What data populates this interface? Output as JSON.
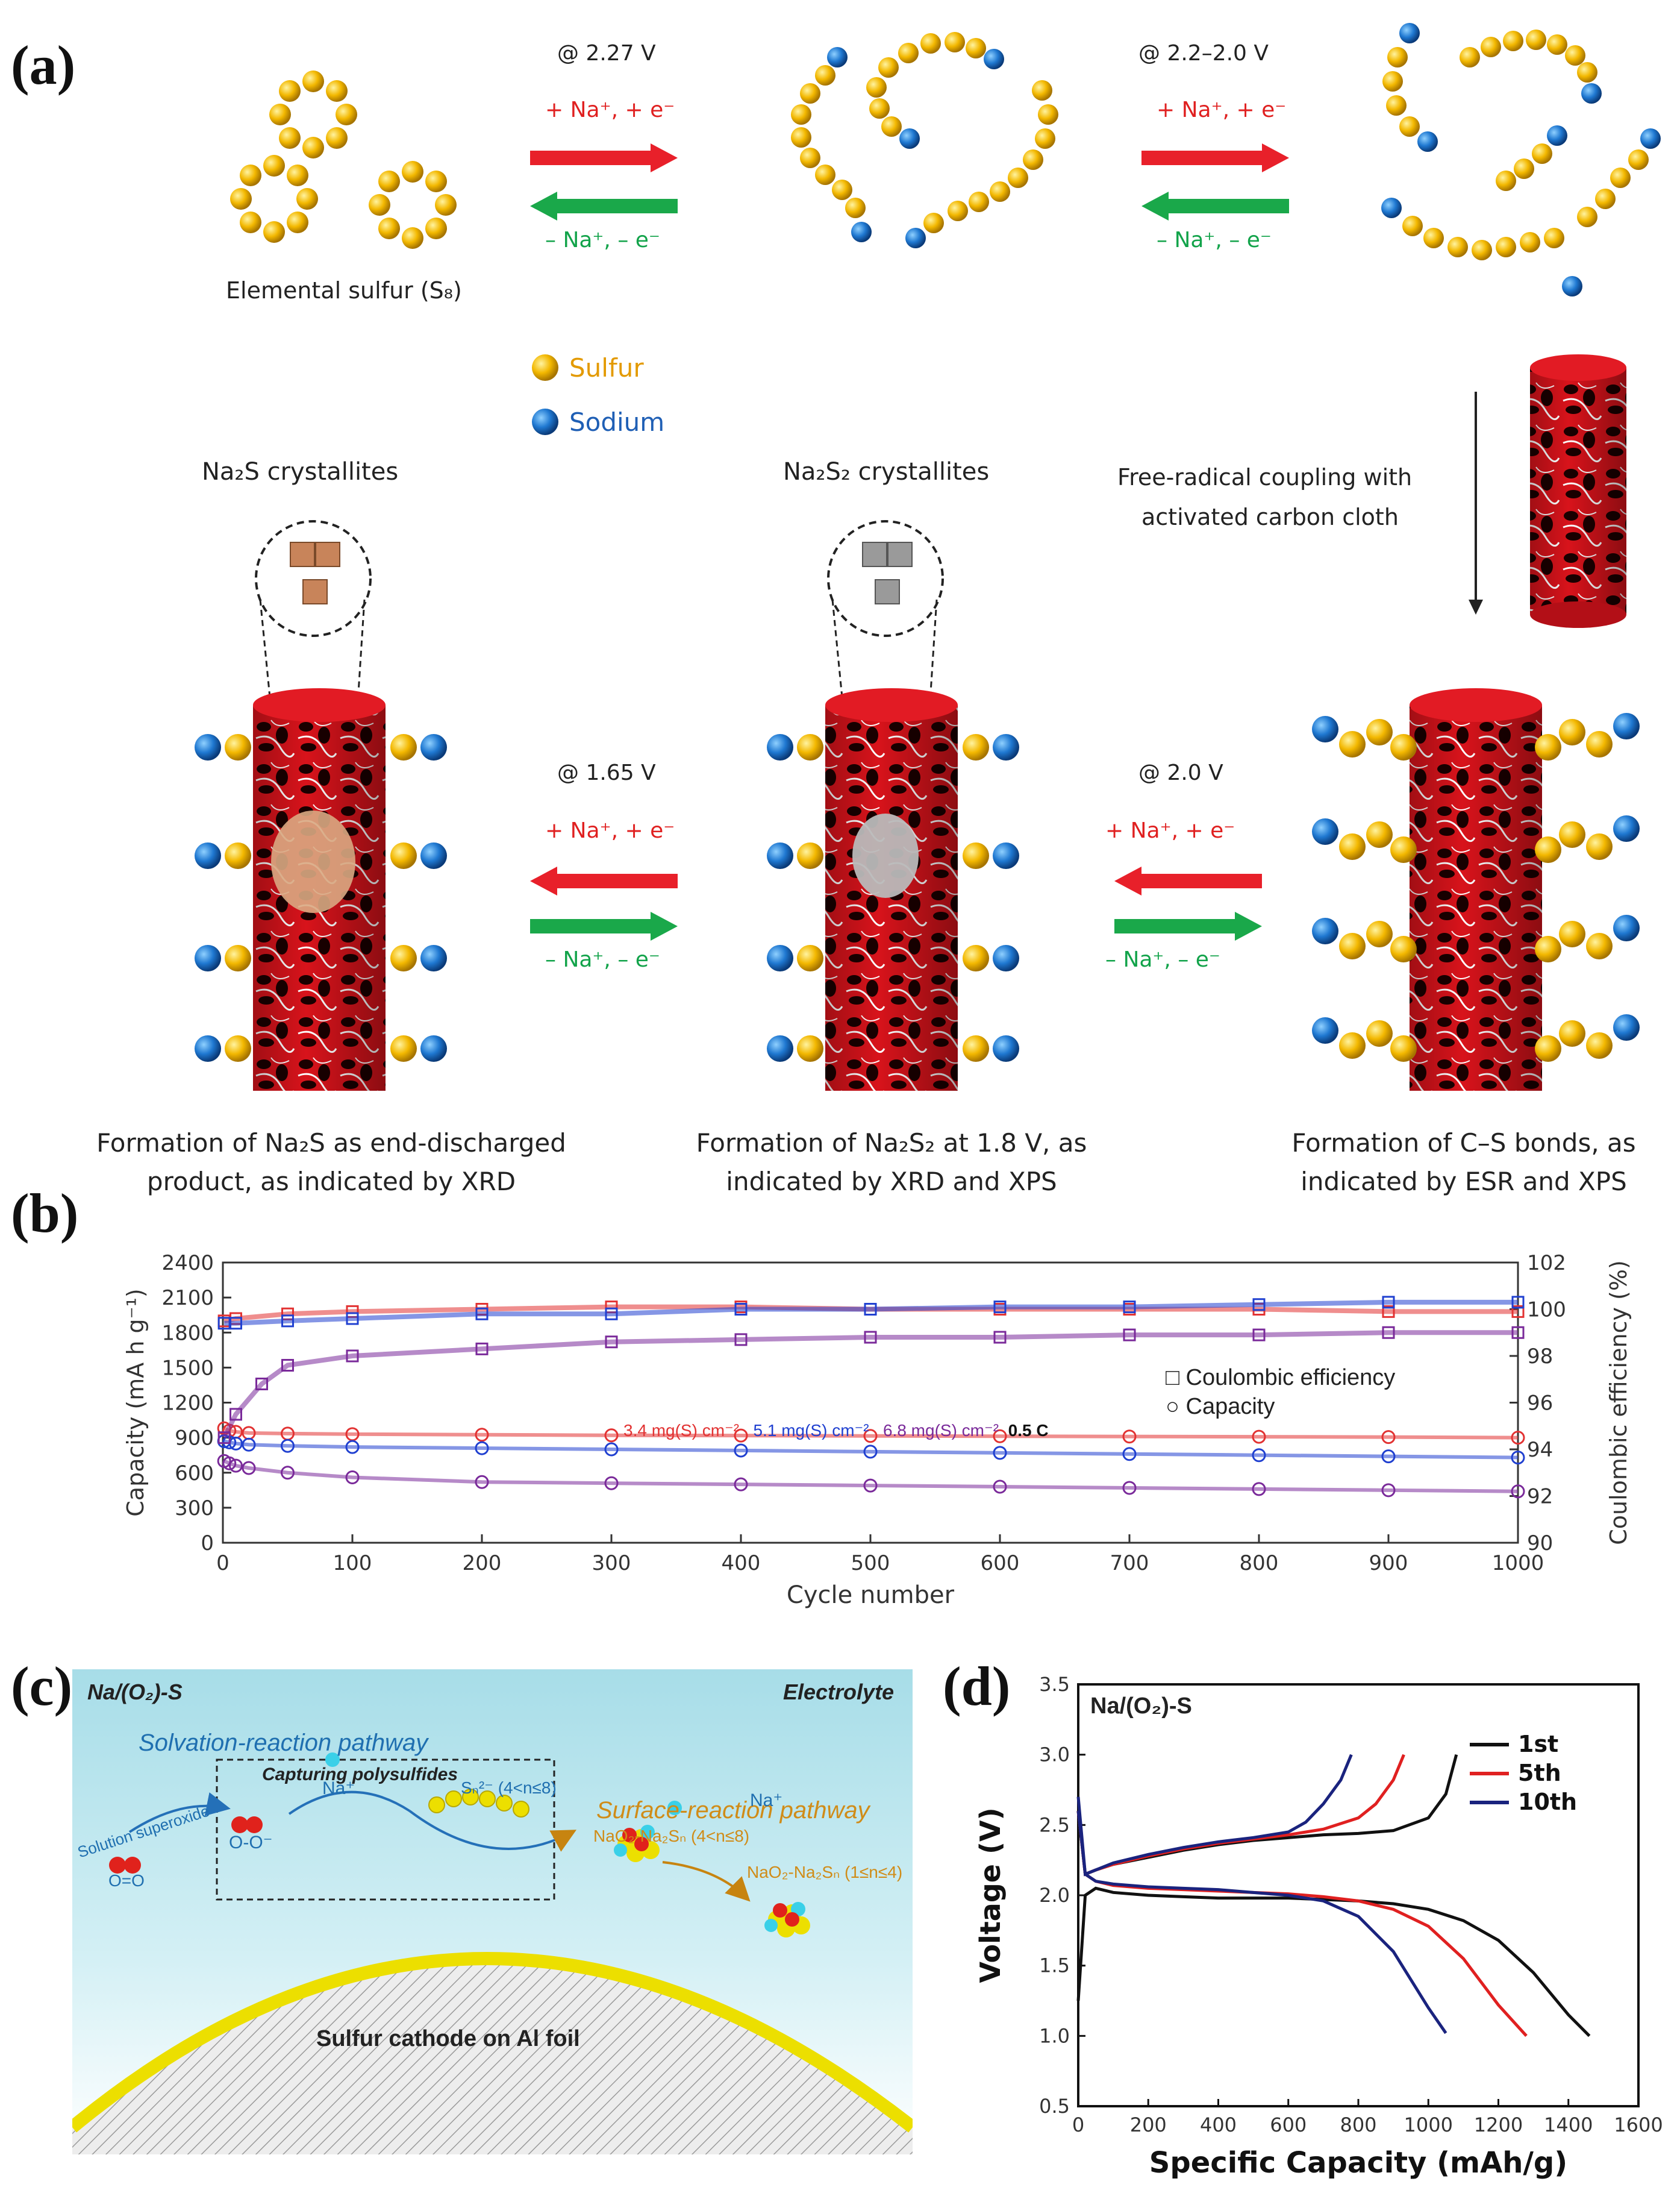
{
  "panel_a": {
    "label": "(a)",
    "v1": "@ 2.27 V",
    "v2": "@ 2.2–2.0 V",
    "v3": "@ 1.65 V",
    "v4": "@ 2.0 V",
    "fwd": "+ Na⁺, + e⁻",
    "rev": "– Na⁺, – e⁻",
    "s8_label": "Elemental sulfur (S₈)",
    "legend_sulfur": "Sulfur",
    "legend_sodium": "Sodium",
    "na2s_cryst": "Na₂S crystallites",
    "na2s2_cryst": "Na₂S₂ crystallites",
    "radical_1": "Free-radical coupling with",
    "radical_2": "activated carbon cloth",
    "cap1_1": "Formation of Na₂S as end-discharged",
    "cap1_2": "product, as indicated by XRD",
    "cap2_1": "Formation of Na₂S₂ at 1.8 V, as",
    "cap2_2": "indicated by XRD and XPS",
    "cap3_1": "Formation of C–S bonds, as",
    "cap3_2": "indicated by ESR and XPS",
    "colors": {
      "sulfur": "#f3b800",
      "sodium": "#1f78d1",
      "fwd_arrow": "#e8202a",
      "rev_arrow": "#1aa84a"
    }
  },
  "panel_b": {
    "label": "(b)",
    "legend_ce": "Coulombic efficiency",
    "legend_cap": "Capacity",
    "series_label_1": "3.4 mg(S) cm⁻²",
    "series_label_2": "5.1 mg(S) cm⁻²",
    "series_label_3": "6.8 mg(S) cm⁻²",
    "rate": "0.5 C"
  },
  "panel_c": {
    "label": "(c)",
    "title_left": "Na/(O₂)-S",
    "title_right": "Electrolyte",
    "solvation": "Solvation-reaction pathway",
    "capturing": "Capturing polysulfides",
    "surface": "Surface-reaction pathway",
    "solution_superoxide": "Solution superoxide",
    "o_o": "O=O",
    "o_o_minus": "O-O⁻",
    "na_plus": "Na⁺",
    "na_plus_2": "Na⁺",
    "sn": "Sₙ²⁻ (4<n≤8)",
    "product1": "NaO₂-Na₂Sₙ (4<n≤8)",
    "product2": "NaO₂-Na₂Sₙ (1≤n≤4)",
    "cathode": "Sulfur cathode on Al foil"
  },
  "panel_d": {
    "label": "(d)",
    "inset_title": "Na/(O₂)-S"
  },
  "chart_data": [
    {
      "type": "scatter",
      "panel": "(b)",
      "xlabel": "Cycle number",
      "ylabel": "Capacity (mA h g⁻¹)",
      "y2label": "Coulombic efficiency (%)",
      "xlim": [
        0,
        1000
      ],
      "ylim": [
        0,
        2400
      ],
      "y2lim": [
        90,
        102
      ],
      "xticks": [
        0,
        100,
        200,
        300,
        400,
        500,
        600,
        700,
        800,
        900,
        1000
      ],
      "yticks": [
        0,
        300,
        600,
        900,
        1200,
        1500,
        1800,
        2100,
        2400
      ],
      "y2ticks": [
        90,
        92,
        94,
        96,
        98,
        100,
        102
      ],
      "series": [
        {
          "name": "3.4 mg(S) cm⁻²",
          "color": "#e23232",
          "axis": "capacity",
          "x": [
            1,
            5,
            10,
            20,
            50,
            100,
            200,
            300,
            400,
            500,
            600,
            700,
            800,
            900,
            1000
          ],
          "y": [
            980,
            960,
            950,
            940,
            935,
            930,
            925,
            920,
            918,
            915,
            912,
            910,
            908,
            905,
            900
          ]
        },
        {
          "name": "5.1 mg(S) cm⁻²",
          "color": "#2040d0",
          "axis": "capacity",
          "x": [
            1,
            5,
            10,
            20,
            50,
            100,
            200,
            300,
            400,
            500,
            600,
            700,
            800,
            900,
            1000
          ],
          "y": [
            870,
            860,
            850,
            840,
            830,
            820,
            810,
            800,
            790,
            780,
            770,
            760,
            750,
            740,
            730
          ]
        },
        {
          "name": "6.8 mg(S) cm⁻²",
          "color": "#7a2a9a",
          "axis": "capacity",
          "x": [
            1,
            5,
            10,
            20,
            50,
            100,
            200,
            300,
            400,
            500,
            600,
            700,
            800,
            900,
            1000
          ],
          "y": [
            700,
            680,
            660,
            640,
            600,
            560,
            520,
            510,
            500,
            490,
            480,
            470,
            460,
            450,
            440
          ]
        },
        {
          "name": "3.4 mg(S) cm⁻²",
          "color": "#e23232",
          "axis": "ce",
          "x": [
            1,
            10,
            50,
            100,
            200,
            300,
            400,
            500,
            600,
            700,
            800,
            900,
            1000
          ],
          "y": [
            99.5,
            99.6,
            99.8,
            99.9,
            100.0,
            100.1,
            100.1,
            100.0,
            100.0,
            100.0,
            100.0,
            99.9,
            99.9
          ]
        },
        {
          "name": "5.1 mg(S) cm⁻²",
          "color": "#2040d0",
          "axis": "ce",
          "x": [
            1,
            10,
            50,
            100,
            200,
            300,
            400,
            500,
            600,
            700,
            800,
            900,
            1000
          ],
          "y": [
            99.4,
            99.4,
            99.5,
            99.6,
            99.8,
            99.8,
            100.0,
            100.0,
            100.1,
            100.1,
            100.2,
            100.3,
            100.3
          ]
        },
        {
          "name": "6.8 mg(S) cm⁻²",
          "color": "#7a2a9a",
          "axis": "ce",
          "x": [
            1,
            10,
            30,
            50,
            100,
            200,
            300,
            400,
            500,
            600,
            700,
            800,
            900,
            1000
          ],
          "y": [
            94.5,
            95.5,
            96.8,
            97.6,
            98.0,
            98.3,
            98.6,
            98.7,
            98.8,
            98.8,
            98.9,
            98.9,
            99.0,
            99.0
          ]
        }
      ]
    },
    {
      "type": "line",
      "panel": "(d)",
      "xlabel": "Specific Capacity (mAh/g)",
      "ylabel": "Voltage (V)",
      "xlim": [
        0,
        1600
      ],
      "ylim": [
        0.5,
        3.5
      ],
      "xticks": [
        0,
        200,
        400,
        600,
        800,
        1000,
        1200,
        1400,
        1600
      ],
      "yticks": [
        0.5,
        1.0,
        1.5,
        2.0,
        2.5,
        3.0,
        3.5
      ],
      "series": [
        {
          "name": "1st",
          "color": "#111111",
          "discharge": {
            "x": [
              0,
              20,
              50,
              100,
              200,
              300,
              400,
              500,
              600,
              700,
              800,
              900,
              1000,
              1100,
              1200,
              1300,
              1400,
              1460
            ],
            "y": [
              1.25,
              2.0,
              2.05,
              2.02,
              2.0,
              1.99,
              1.98,
              1.98,
              1.98,
              1.97,
              1.96,
              1.94,
              1.9,
              1.82,
              1.68,
              1.45,
              1.15,
              1.0
            ]
          },
          "charge": {
            "x": [
              0,
              20,
              50,
              100,
              200,
              300,
              400,
              500,
              600,
              700,
              800,
              900,
              1000,
              1050,
              1080
            ],
            "y": [
              2.6,
              2.15,
              2.18,
              2.22,
              2.27,
              2.32,
              2.36,
              2.39,
              2.41,
              2.43,
              2.44,
              2.46,
              2.55,
              2.72,
              3.0
            ]
          }
        },
        {
          "name": "5th",
          "color": "#e02020",
          "discharge": {
            "x": [
              0,
              20,
              50,
              100,
              200,
              300,
              400,
              500,
              600,
              700,
              800,
              900,
              1000,
              1100,
              1200,
              1280
            ],
            "y": [
              2.6,
              2.15,
              2.1,
              2.07,
              2.05,
              2.04,
              2.03,
              2.02,
              2.01,
              1.99,
              1.96,
              1.9,
              1.78,
              1.55,
              1.22,
              1.0
            ]
          },
          "charge": {
            "x": [
              0,
              20,
              50,
              100,
              200,
              300,
              400,
              500,
              600,
              700,
              800,
              850,
              900,
              930
            ],
            "y": [
              2.6,
              2.15,
              2.18,
              2.22,
              2.28,
              2.33,
              2.37,
              2.4,
              2.43,
              2.47,
              2.55,
              2.65,
              2.82,
              3.0
            ]
          }
        },
        {
          "name": "10th",
          "color": "#1a237e",
          "discharge": {
            "x": [
              0,
              20,
              50,
              100,
              200,
              300,
              400,
              500,
              600,
              700,
              800,
              900,
              1000,
              1050
            ],
            "y": [
              2.7,
              2.15,
              2.1,
              2.08,
              2.06,
              2.05,
              2.04,
              2.02,
              2.0,
              1.96,
              1.85,
              1.6,
              1.2,
              1.02
            ]
          },
          "charge": {
            "x": [
              0,
              20,
              50,
              100,
              200,
              300,
              400,
              500,
              600,
              650,
              700,
              750,
              780
            ],
            "y": [
              2.6,
              2.15,
              2.18,
              2.23,
              2.29,
              2.34,
              2.38,
              2.41,
              2.45,
              2.52,
              2.65,
              2.82,
              3.0
            ]
          }
        }
      ]
    }
  ]
}
